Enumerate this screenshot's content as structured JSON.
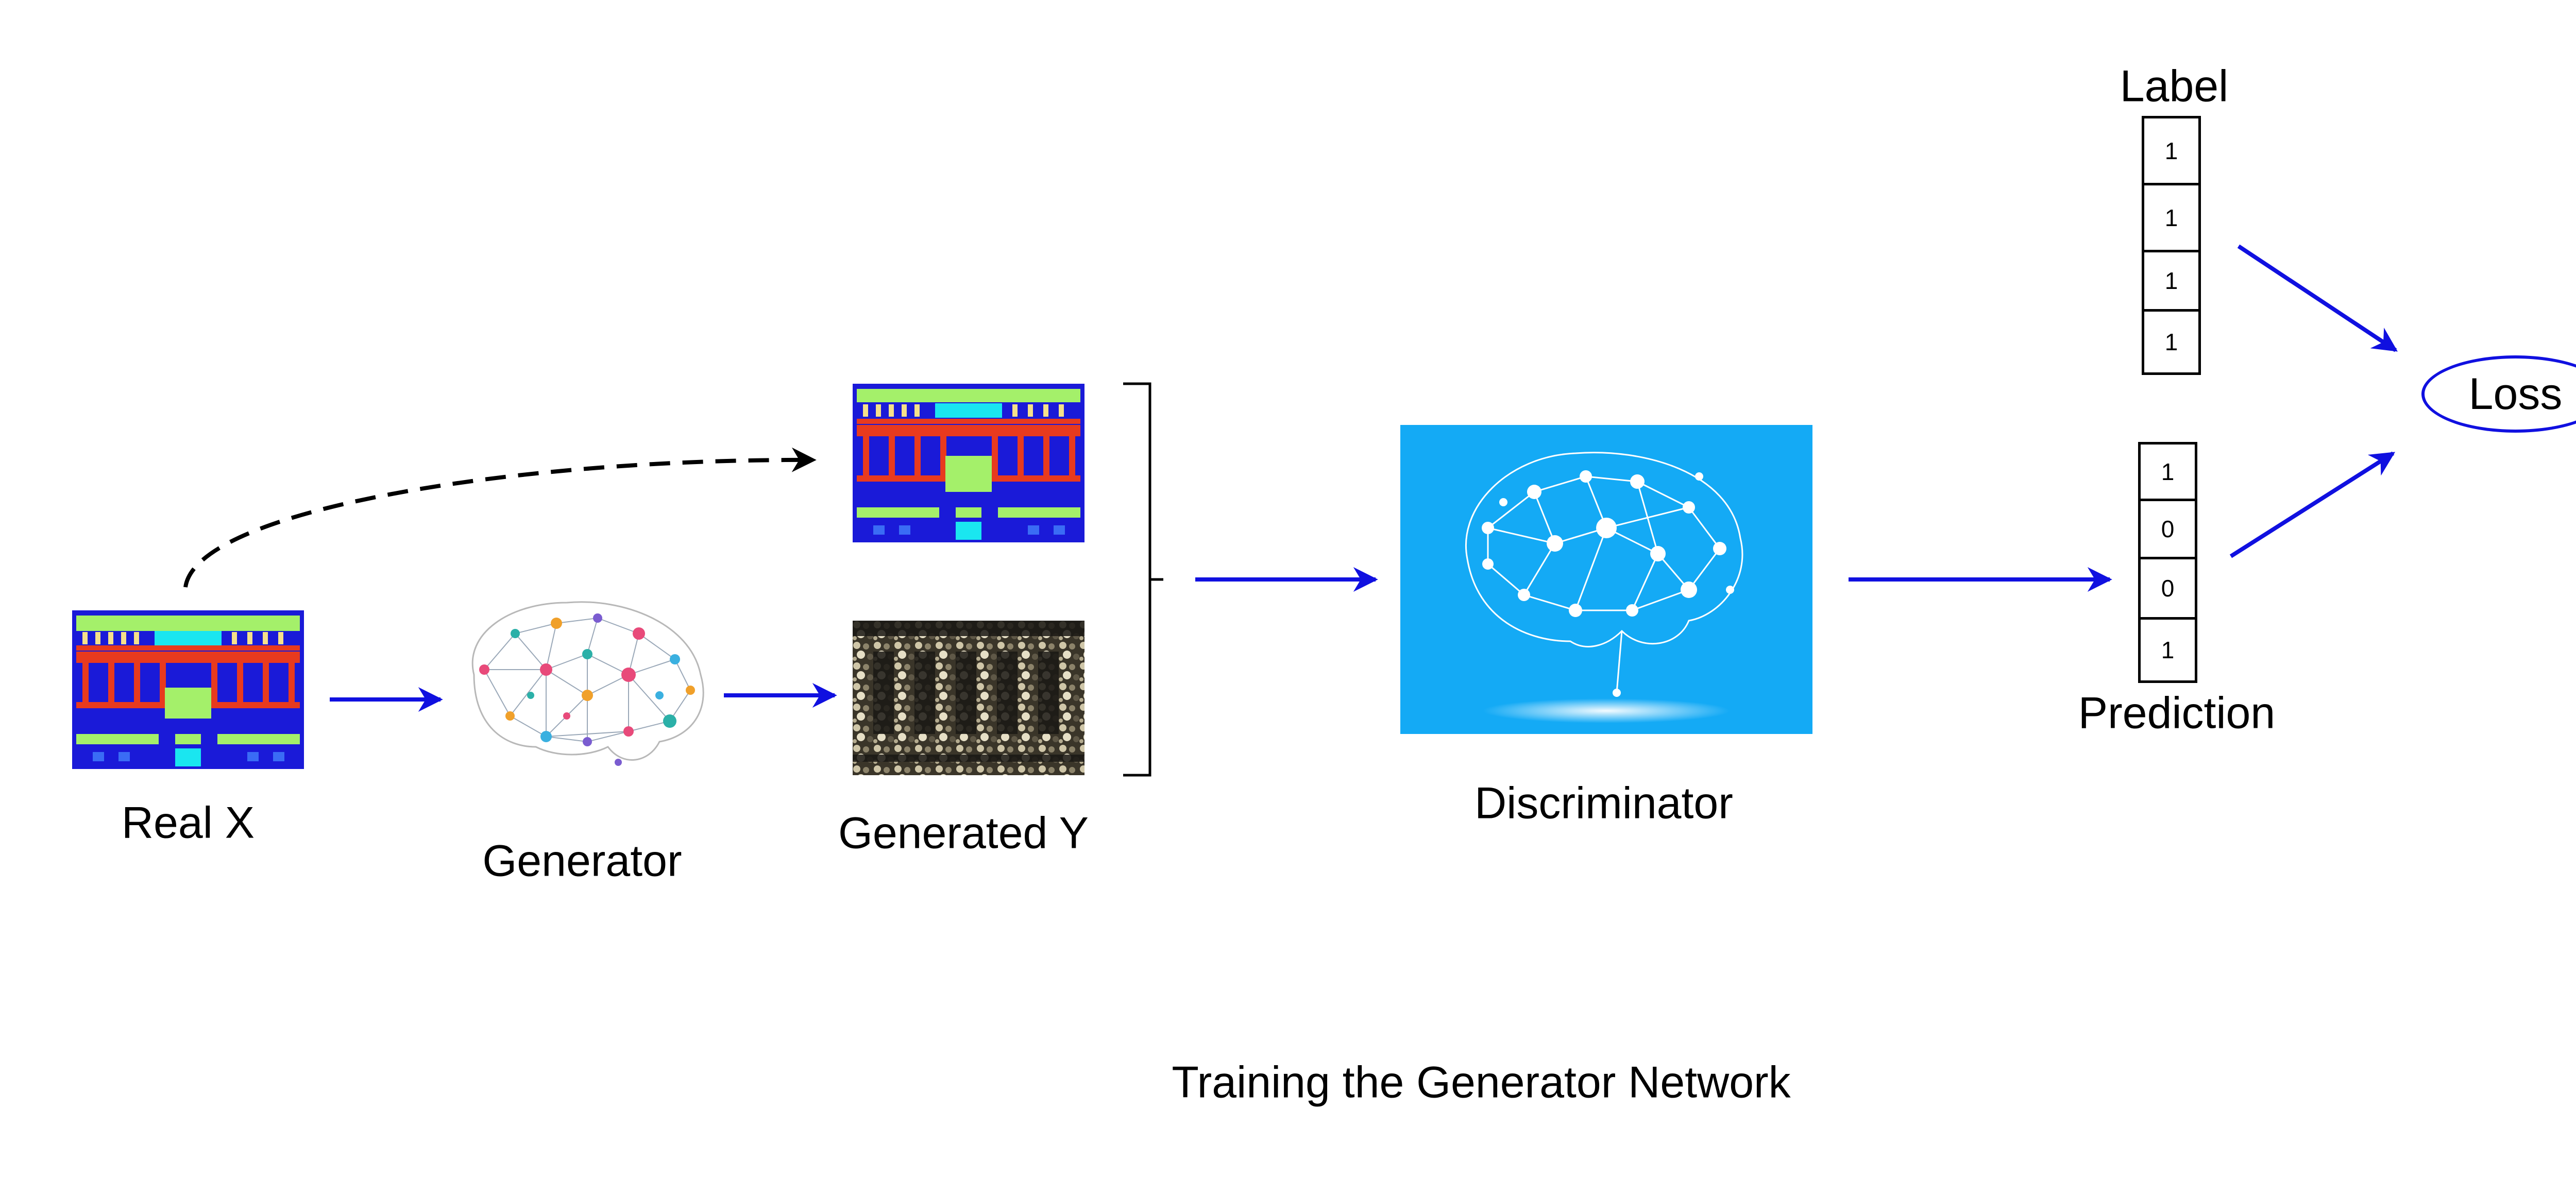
{
  "labels": {
    "real_x": "Real X",
    "generator": "Generator",
    "generated_y": "Generated Y",
    "discriminator": "Discriminator",
    "label": "Label",
    "prediction": "Prediction",
    "loss": "Loss",
    "caption": "Training the Generator Network"
  },
  "label_vector": [
    "1",
    "1",
    "1",
    "1"
  ],
  "prediction_vector": [
    "1",
    "0",
    "0",
    "1"
  ],
  "colors": {
    "arrow": "#1010e0",
    "dashed_arrow": "#000000",
    "disc_bg": "#14aaf5",
    "layout_blue": "#1a1ad8",
    "layout_red": "#e83a1e",
    "layout_green": "#a4f06a",
    "layout_cyan": "#1ae6f0"
  },
  "icons": {
    "real_image": "chip-layout-image",
    "generator": "colorful-network-brain-icon",
    "generated_image": "noisy-generated-image",
    "discriminator": "white-network-brain-icon"
  }
}
